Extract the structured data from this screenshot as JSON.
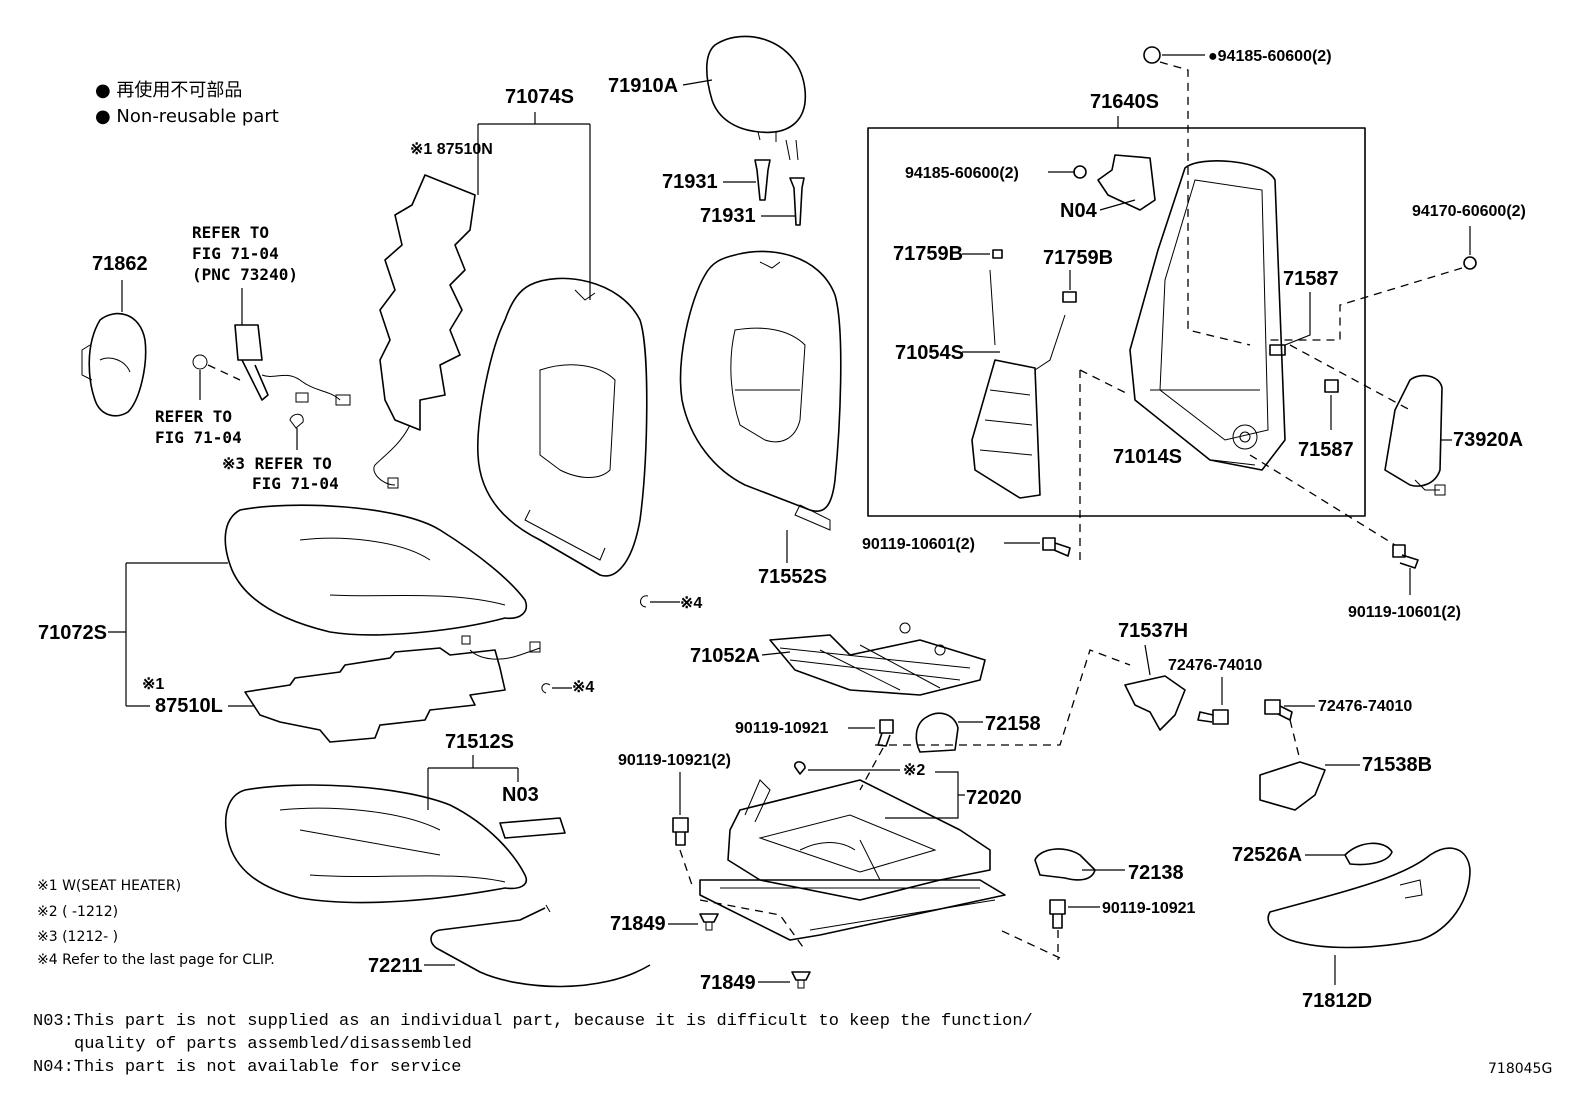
{
  "legend": {
    "line1": "● 再使用不可部品",
    "line2": "● Non-reusable part"
  },
  "parts": {
    "p71074S": "71074S",
    "p87510N": "※1 87510N",
    "p71910A": "71910A",
    "p71931a": "71931",
    "p71931b": "71931",
    "p71640S": "71640S",
    "p94185top": "●94185-60600(2)",
    "p94185mid": "94185-60600(2)",
    "pN04": "N04",
    "p94170": "94170-60600(2)",
    "p71759Ba": "71759B",
    "p71759Bb": "71759B",
    "p71587a": "71587",
    "p71587b": "71587",
    "p71054S": "71054S",
    "p71014S": "71014S",
    "p73920A": "73920A",
    "p71862": "71862",
    "p71072S": "71072S",
    "p87510L_mark": "※1",
    "p87510L": "87510L",
    "p71552S": "71552S",
    "p90119_10601a": "90119-10601(2)",
    "p90119_10601b": "90119-10601(2)",
    "p71052A": "71052A",
    "p71537H": "71537H",
    "p72476a": "72476-74010",
    "p72476b": "72476-74010",
    "p71538B": "71538B",
    "p90119_10921a": "90119-10921",
    "p72158": "72158",
    "p90119_10921b": "90119-10921(2)",
    "p72020": "72020",
    "p71512S": "71512S",
    "pN03": "N03",
    "p72138": "72138",
    "p90119_10921c": "90119-10921",
    "p72526A": "72526A",
    "p71849a": "71849",
    "p71849b": "71849",
    "p72211": "72211",
    "p71812D": "71812D",
    "mark4a": "※4",
    "mark4b": "※4",
    "mark2": "※2"
  },
  "refs": {
    "ref1_l1": "REFER TO",
    "ref1_l2": "FIG 71-04",
    "ref1_l3": "(PNC 73240)",
    "ref2_l1": "REFER TO",
    "ref2_l2": "FIG 71-04",
    "ref3_l1": "※3 REFER TO",
    "ref3_l2": "FIG 71-04"
  },
  "notes": {
    "n1": "※1 W(SEAT HEATER)",
    "n2": "※2 (      -1212)",
    "n3": "※3 (1212-      )",
    "n4": "※4  Refer to the last page for CLIP.",
    "n03_l1": "N03:This part is not supplied as an individual part, because it is difficult to keep the function/",
    "n03_l2": "quality of parts assembled/disassembled",
    "n04": "N04:This part is not available for service"
  },
  "figure_id": "718045G"
}
